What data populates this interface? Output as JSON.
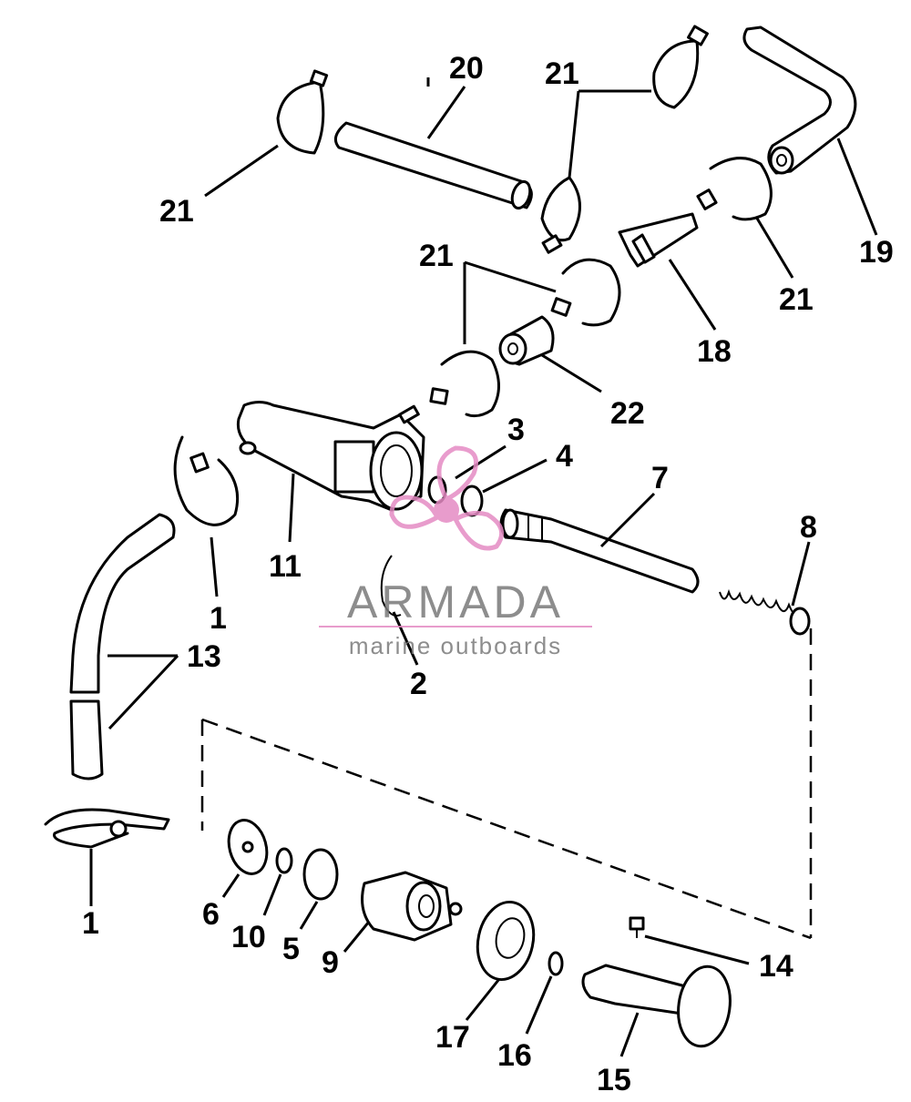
{
  "watermark": {
    "title": "ARMADA",
    "subtitle": "marine outboards",
    "logo_color": "#e58bc4",
    "text_color": "#7a7a7a"
  },
  "labels": {
    "p1a": "1",
    "p1b": "1",
    "p2": "2",
    "p3": "3",
    "p4": "4",
    "p5": "5",
    "p6": "6",
    "p7": "7",
    "p8": "8",
    "p9": "9",
    "p10": "10",
    "p11": "11",
    "p13": "13",
    "p14": "14",
    "p15": "15",
    "p16": "16",
    "p17": "17",
    "p18": "18",
    "p19": "19",
    "p20": "20",
    "p21a": "21",
    "p21b": "21",
    "p21c": "21",
    "p21d": "21",
    "p22": "22"
  }
}
